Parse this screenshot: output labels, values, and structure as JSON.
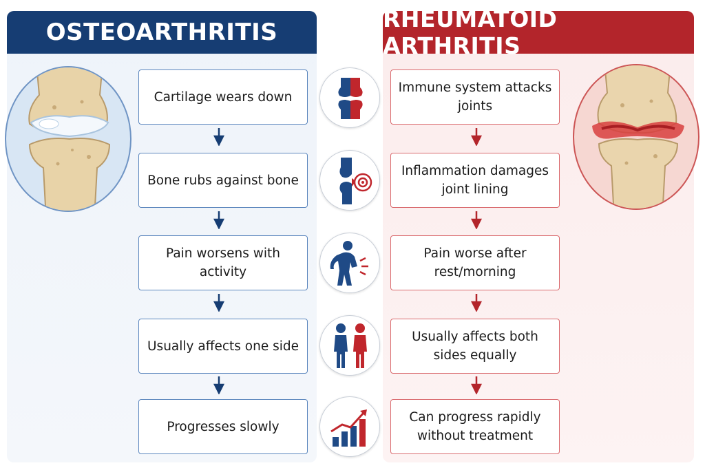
{
  "left": {
    "title": "OSTEOARTHRITIS",
    "steps": [
      "Cartilage wears down",
      "Bone rubs against bone",
      "Pain worsens with activity",
      "Usually affects one side",
      "Progresses slowly"
    ],
    "accent": "#163d73"
  },
  "right": {
    "title": "RHEUMATOID ARTHRITIS",
    "steps": [
      "Immune system attacks joints",
      "Inflammation damages joint lining",
      "Pain worse after rest/morning",
      "Usually affects both sides equally",
      "Can progress rapidly without treatment"
    ],
    "accent": "#b3252b"
  },
  "icons": [
    "joint-icon",
    "joint-pain-icon",
    "person-in-pain-icon",
    "two-people-icon",
    "rising-bar-chart-icon"
  ]
}
